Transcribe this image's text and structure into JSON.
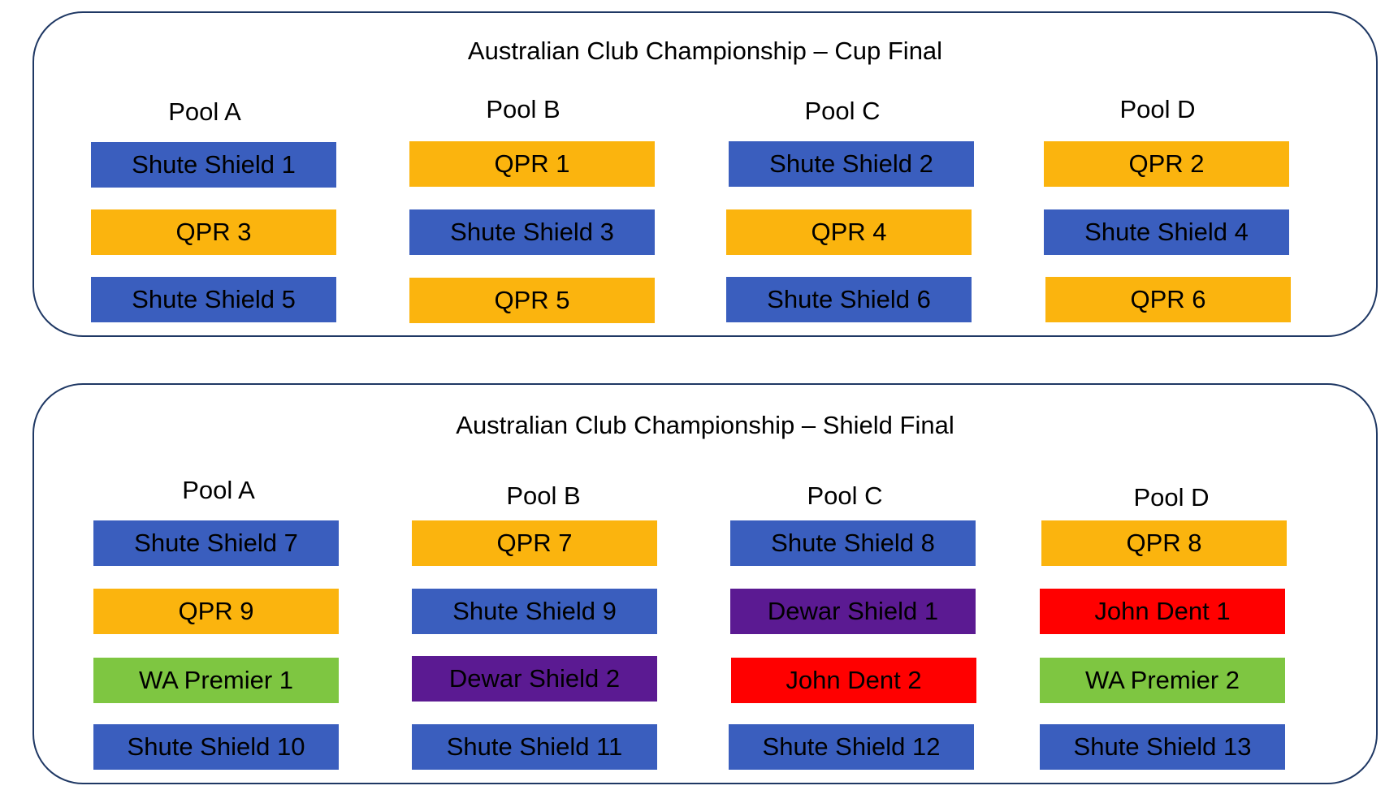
{
  "colors": {
    "Shute Shield": "#3a5ebe",
    "QPR": "#fbb40e",
    "Dewar Shield": "#5b1a92",
    "John Dent": "#ff0000",
    "WA Premier": "#7ec641",
    "border": "#1f3864"
  },
  "panels": [
    {
      "title": "Australian Club Championship – Cup Final",
      "pools": [
        {
          "label": "Pool A",
          "teams": [
            {
              "name": "Shute Shield 1",
              "group": "Shute Shield"
            },
            {
              "name": "QPR 3",
              "group": "QPR"
            },
            {
              "name": "Shute Shield 5",
              "group": "Shute Shield"
            }
          ]
        },
        {
          "label": "Pool B",
          "teams": [
            {
              "name": "QPR 1",
              "group": "QPR"
            },
            {
              "name": "Shute Shield 3",
              "group": "Shute Shield"
            },
            {
              "name": "QPR 5",
              "group": "QPR"
            }
          ]
        },
        {
          "label": "Pool C",
          "teams": [
            {
              "name": "Shute Shield 2",
              "group": "Shute Shield"
            },
            {
              "name": "QPR 4",
              "group": "QPR"
            },
            {
              "name": "Shute Shield 6",
              "group": "Shute Shield"
            }
          ]
        },
        {
          "label": "Pool D",
          "teams": [
            {
              "name": "QPR 2",
              "group": "QPR"
            },
            {
              "name": "Shute Shield 4",
              "group": "Shute Shield"
            },
            {
              "name": "QPR 6",
              "group": "QPR"
            }
          ]
        }
      ]
    },
    {
      "title": "Australian Club Championship – Shield Final",
      "pools": [
        {
          "label": "Pool A",
          "teams": [
            {
              "name": "Shute Shield 7",
              "group": "Shute Shield"
            },
            {
              "name": "QPR 9",
              "group": "QPR"
            },
            {
              "name": "WA Premier 1",
              "group": "WA Premier"
            },
            {
              "name": "Shute Shield 10",
              "group": "Shute Shield"
            }
          ]
        },
        {
          "label": "Pool B",
          "teams": [
            {
              "name": "QPR 7",
              "group": "QPR"
            },
            {
              "name": "Shute Shield 9",
              "group": "Shute Shield"
            },
            {
              "name": "Dewar Shield 2",
              "group": "Dewar Shield"
            },
            {
              "name": "Shute Shield 11",
              "group": "Shute Shield"
            }
          ]
        },
        {
          "label": "Pool C",
          "teams": [
            {
              "name": "Shute Shield 8",
              "group": "Shute Shield"
            },
            {
              "name": "Dewar Shield 1",
              "group": "Dewar Shield"
            },
            {
              "name": "John Dent 2",
              "group": "John Dent"
            },
            {
              "name": "Shute Shield 12",
              "group": "Shute Shield"
            }
          ]
        },
        {
          "label": "Pool D",
          "teams": [
            {
              "name": "QPR 8",
              "group": "QPR"
            },
            {
              "name": "John Dent 1",
              "group": "John Dent"
            },
            {
              "name": "WA Premier 2",
              "group": "WA Premier"
            },
            {
              "name": "Shute Shield 13",
              "group": "Shute Shield"
            }
          ]
        }
      ]
    }
  ]
}
